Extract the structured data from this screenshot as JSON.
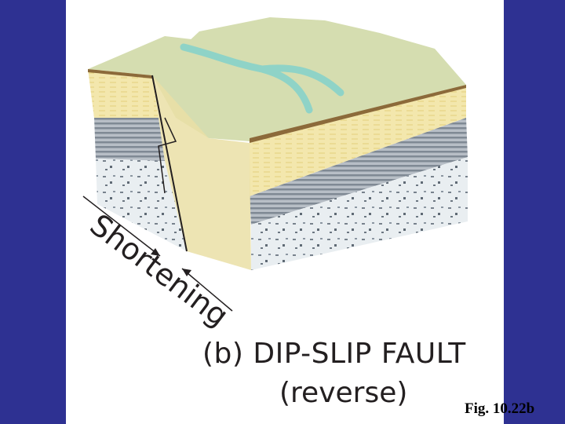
{
  "diagram": {
    "shortening_label": "Shortening",
    "title_prefix": "(b) ",
    "title_main": "DIP-SLIP FAULT",
    "subtitle": "(reverse)"
  },
  "figure_label": "Fig. 10.22b",
  "colors": {
    "background": "#2e3192",
    "panel": "#ffffff",
    "surface": "#d5ddb0",
    "sandstone": "#f3e7ad",
    "shale": "#9aa3ac",
    "basement": "#e6ecef",
    "river": "#8fd3c7",
    "topsoil": "#8c6a3a"
  }
}
